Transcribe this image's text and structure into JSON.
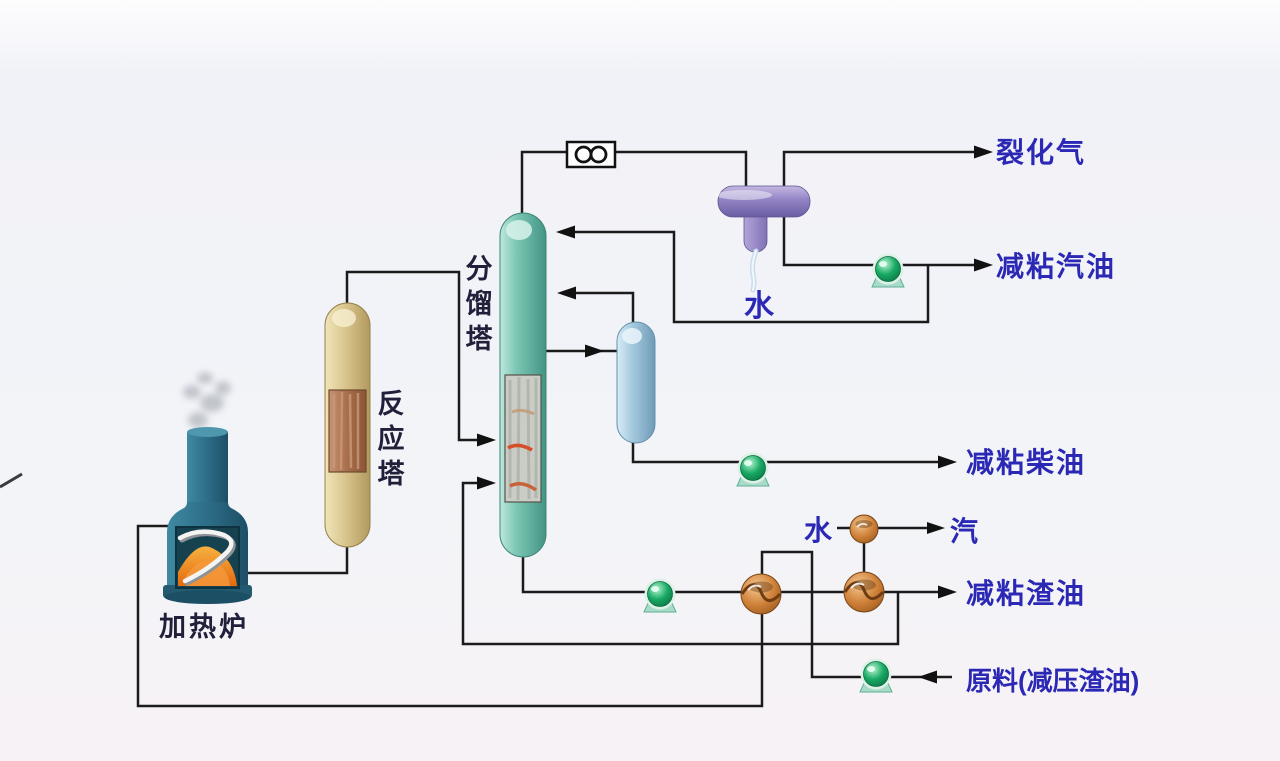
{
  "diagram_title": "visbreaking-process-flow-diagram",
  "labels": {
    "cracked_gas": "裂化气",
    "gasoline": "减粘汽油",
    "diesel": "减粘柴油",
    "steam": "汽",
    "residue": "减粘渣油",
    "feed": "原料(减压渣油)",
    "condenser_water": "水",
    "exchanger_water": "水",
    "furnace": "加热炉",
    "reactor_chars": [
      "反",
      "应",
      "塔"
    ],
    "fractionator_chars": [
      "分",
      "馏",
      "塔"
    ]
  },
  "flow_meter": {
    "symbol": "∞"
  },
  "colors": {
    "background": "#f3f4f8",
    "pipe_line": "#1b1b1b",
    "stream_label": "#2a28b4",
    "equipment_label": "#20203a",
    "furnace_body": "#2d6d86",
    "flame": "#e8791c",
    "reactor_body": "#d6c188",
    "fractionator_body": "#6fc0ae",
    "stripper_body": "#9cc4da",
    "condenser_body": "#8c7cbe",
    "pump_green": "#12a25e",
    "pump_base": "#a8dcc8",
    "exchanger_copper": "#c97a34"
  }
}
